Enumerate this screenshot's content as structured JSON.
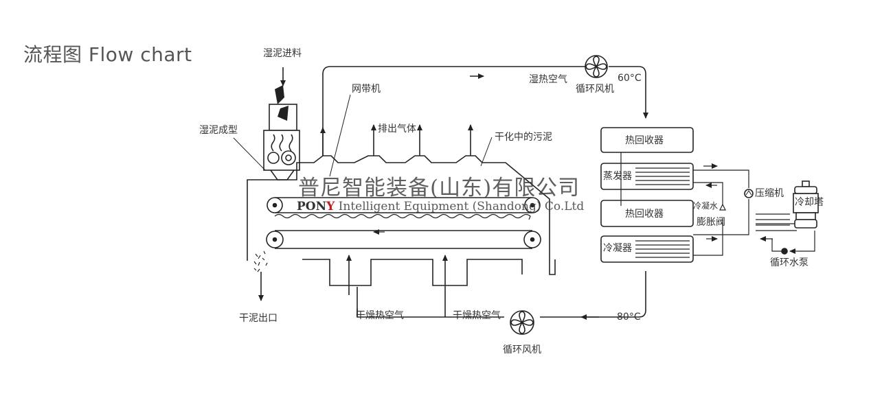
{
  "title": "流程图 Flow chart",
  "labels": {
    "wet_sludge_feed": "湿泥进料",
    "mesh_belt_machine": "网带机",
    "wet_hot_air": "湿热空气",
    "circulating_fan_top": "循环风机",
    "temp_top": "60°C",
    "wet_sludge_forming": "湿泥成型",
    "exhaust_gas": "排出气体",
    "drying_sludge": "干化中的污泥",
    "heat_recovery_1": "热回收器",
    "evaporator": "蒸发器",
    "compressor": "压缩机",
    "cooling_tower": "冷却塔",
    "heat_recovery_2": "热回收器",
    "condensate_water": "冷凝水",
    "expansion_valve": "膨胀阀",
    "condenser": "冷凝器",
    "circulating_pump": "循环水泵",
    "dry_sludge_outlet": "干泥出口",
    "dry_hot_air_1": "干燥热空气",
    "dry_hot_air_2": "干燥热空气",
    "temp_bottom": "80°C",
    "circulating_fan_bottom": "循环风机"
  },
  "watermark": {
    "company_cn": "普尼智能装备(山东)有限公司",
    "brand_p": "PON",
    "brand_y": "Y",
    "company_en": " Intelligent Equipment (Shandong) Co.Ltd"
  }
}
